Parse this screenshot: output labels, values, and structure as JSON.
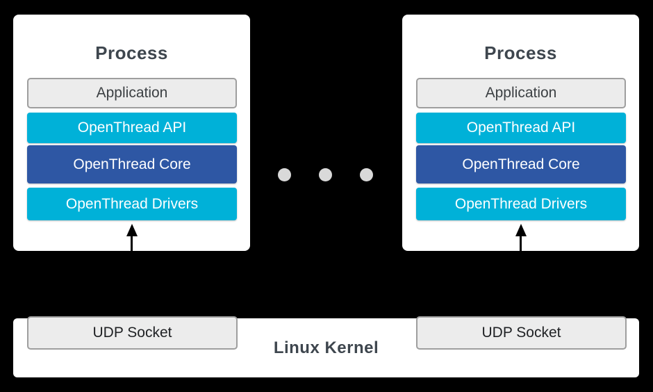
{
  "diagram": {
    "background_color": "#000000",
    "colors": {
      "card_bg": "#ffffff",
      "layer_cyan": "#00b1d8",
      "layer_blue": "#2e57a4",
      "plain_box_bg": "#ececec",
      "plain_box_border": "#9e9e9e",
      "title_text": "#3e464e",
      "layer_text_light": "#ffffff",
      "layer_text_dark": "#3c4043",
      "dot_color": "#d9d9d9",
      "arrow_color": "#000000"
    }
  },
  "processes": [
    {
      "title": "Process",
      "layers": [
        {
          "label": "Application",
          "style": "plain"
        },
        {
          "label": "OpenThread API",
          "style": "cyan"
        },
        {
          "label": "OpenThread Core",
          "style": "blue"
        },
        {
          "label": "OpenThread Drivers",
          "style": "cyan"
        }
      ],
      "arrow_direction": "up"
    },
    {
      "title": "Process",
      "layers": [
        {
          "label": "Application",
          "style": "plain"
        },
        {
          "label": "OpenThread API",
          "style": "cyan"
        },
        {
          "label": "OpenThread Core",
          "style": "blue"
        },
        {
          "label": "OpenThread Drivers",
          "style": "cyan"
        }
      ],
      "arrow_direction": "up"
    }
  ],
  "separator": {
    "type": "ellipsis-dots",
    "count": 3
  },
  "kernel": {
    "label": "Linux Kernel",
    "sockets": [
      {
        "label": "UDP Socket"
      },
      {
        "label": "UDP Socket"
      }
    ]
  }
}
